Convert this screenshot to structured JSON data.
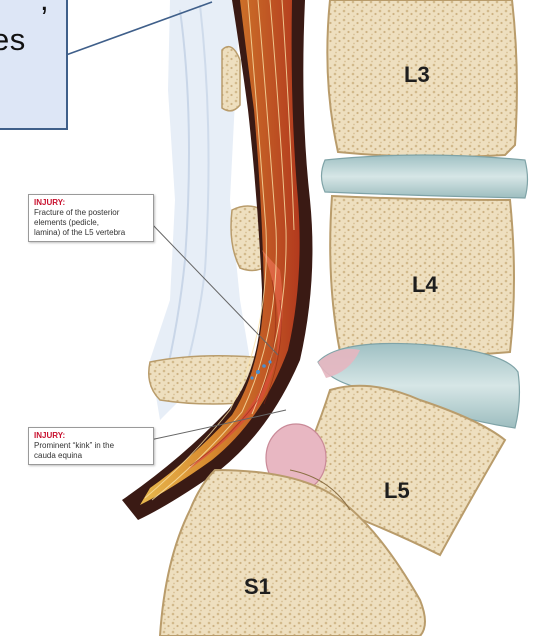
{
  "note": {
    "fragment_top": ",",
    "fragment_text": "es"
  },
  "vertebrae": {
    "l3": "L3",
    "l4": "L4",
    "l5": "L5",
    "s1": "S1"
  },
  "callouts": [
    {
      "heading": "INJURY:",
      "lines": [
        "Fracture of the posterior",
        "elements (pedicle,",
        "lamina) of the L5 vertebra"
      ]
    },
    {
      "heading": "INJURY:",
      "lines": [
        "Prominent “kink” in the",
        "cauda equina"
      ]
    }
  ],
  "colors": {
    "injury_heading": "#c8102e",
    "note_fill": "#dde6f6",
    "note_border": "#3f5f8a",
    "bone": "#efe0c0",
    "disc": "#b7cfd1",
    "nerve_red": "#d64a2a",
    "nerve_yellow": "#e2b24a"
  }
}
